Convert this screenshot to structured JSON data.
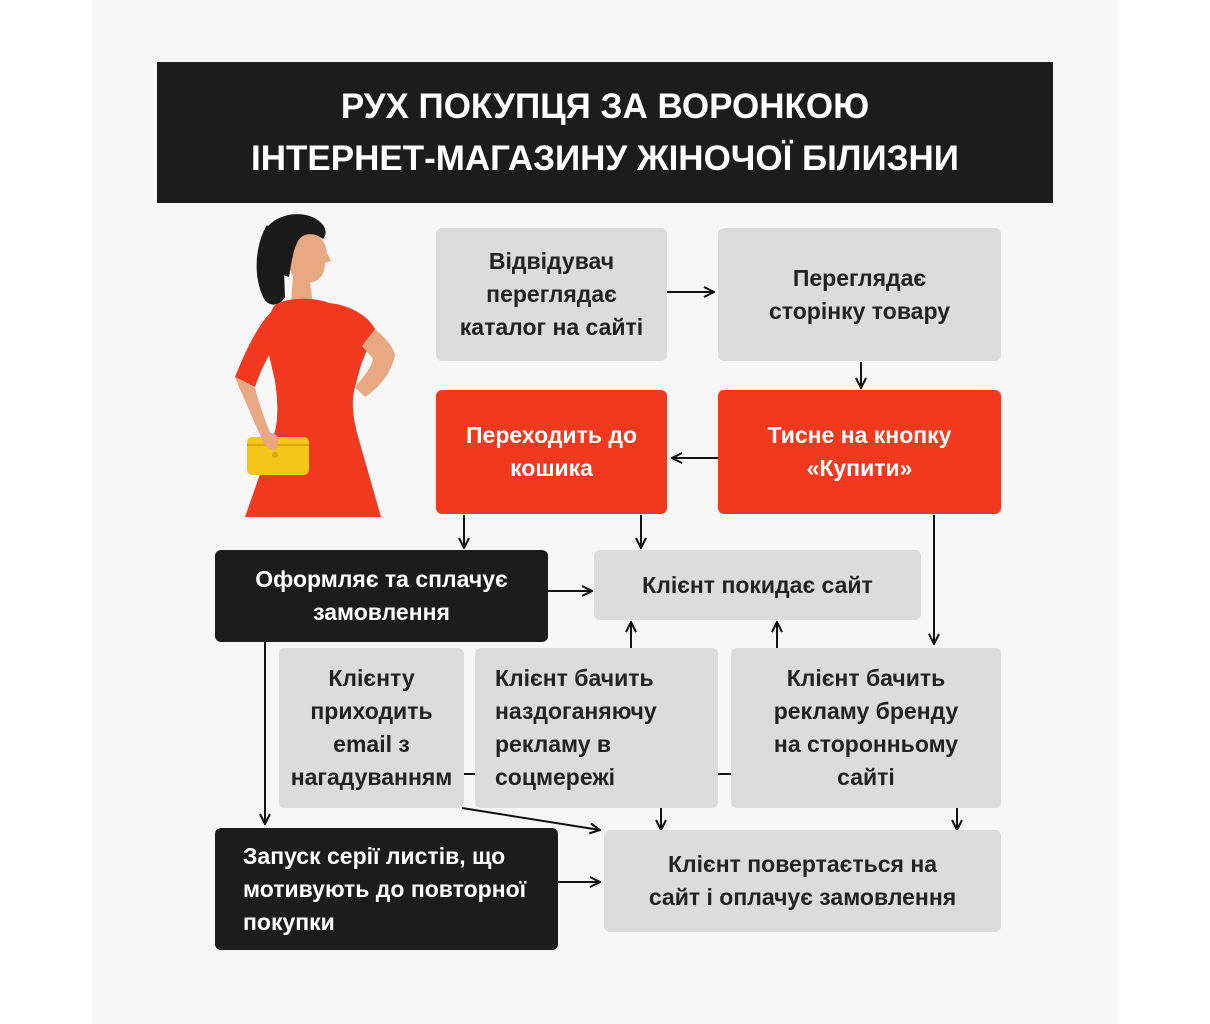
{
  "title": {
    "line1": "РУХ ПОКУПЦЯ ЗА ВОРОНКОЮ",
    "line2": "ІНТЕРНЕТ-МАГАЗИНУ ЖІНОЧОЇ БІЛИЗНИ"
  },
  "boxes": {
    "visitor_catalog": "Відвідувач переглядає каталог на сайті",
    "views_product": "Переглядає сторінку товару",
    "clicks_buy": "Тисне на кнопку «Купити»",
    "goes_to_cart": "Переходить до кошика",
    "checkout_pay": "Оформляє та сплачує замовлення",
    "client_leaves": "Клієнт покидає сайт",
    "email_reminder": "Клієнту приходить email з нагадуванням",
    "retargeting_social": "Клієнт бачить наздоганяючу рекламу в соцмережі",
    "brand_ad_external": "Клієнт бачить рекламу бренду на сторонньому сайті",
    "email_series": "Запуск серії листів,  що мотивують до повторної покупки",
    "client_returns": "Клієнт повертається на сайт і оплачує замовлення"
  },
  "colors": {
    "accent_red": "#f0391f",
    "dark": "#1c1c1c",
    "gray_box": "#dcdcdc",
    "clutch_yellow": "#f5c518"
  },
  "icons": {
    "illustration": "woman-in-red-dress-illustration"
  }
}
